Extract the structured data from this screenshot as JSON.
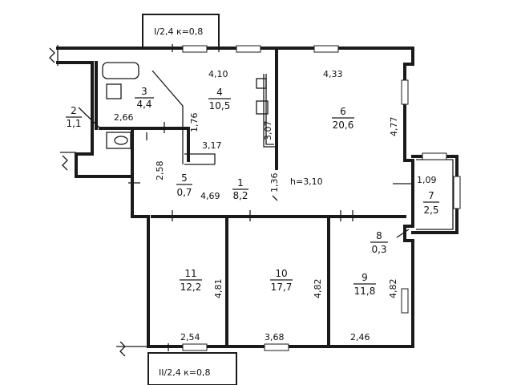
{
  "header_top": "I/2,4 к=0,8",
  "header_bottom": "II/2,4 к=0,8",
  "ceiling_height": "h=3,10",
  "rooms": [
    {
      "number": "1",
      "area": "8,2"
    },
    {
      "number": "2",
      "area": "1,1"
    },
    {
      "number": "3",
      "area": "4,4"
    },
    {
      "number": "4",
      "area": "10,5"
    },
    {
      "number": "5",
      "area": "0,7"
    },
    {
      "number": "6",
      "area": "20,6"
    },
    {
      "number": "7",
      "area": "2,5"
    },
    {
      "number": "8",
      "area": "0,3"
    },
    {
      "number": "9",
      "area": "11,8"
    },
    {
      "number": "10",
      "area": "17,7"
    },
    {
      "number": "11",
      "area": "12,2"
    }
  ],
  "dimensions": {
    "d_4_10": "4,10",
    "d_4_33": "4,33",
    "d_2_66": "2,66",
    "d_1_76": "1,76",
    "d_3_07": "3,07",
    "d_4_77": "4,77",
    "d_3_17": "3,17",
    "d_2_58": "2,58",
    "d_1_36": "1,36",
    "d_1_09": "1,09",
    "d_4_69": "4,69",
    "d_4_81": "4,81",
    "d_4_82a": "4,82",
    "d_4_82b": "4,82",
    "d_2_54": "2,54",
    "d_3_68": "3,68",
    "d_2_46": "2,46"
  }
}
